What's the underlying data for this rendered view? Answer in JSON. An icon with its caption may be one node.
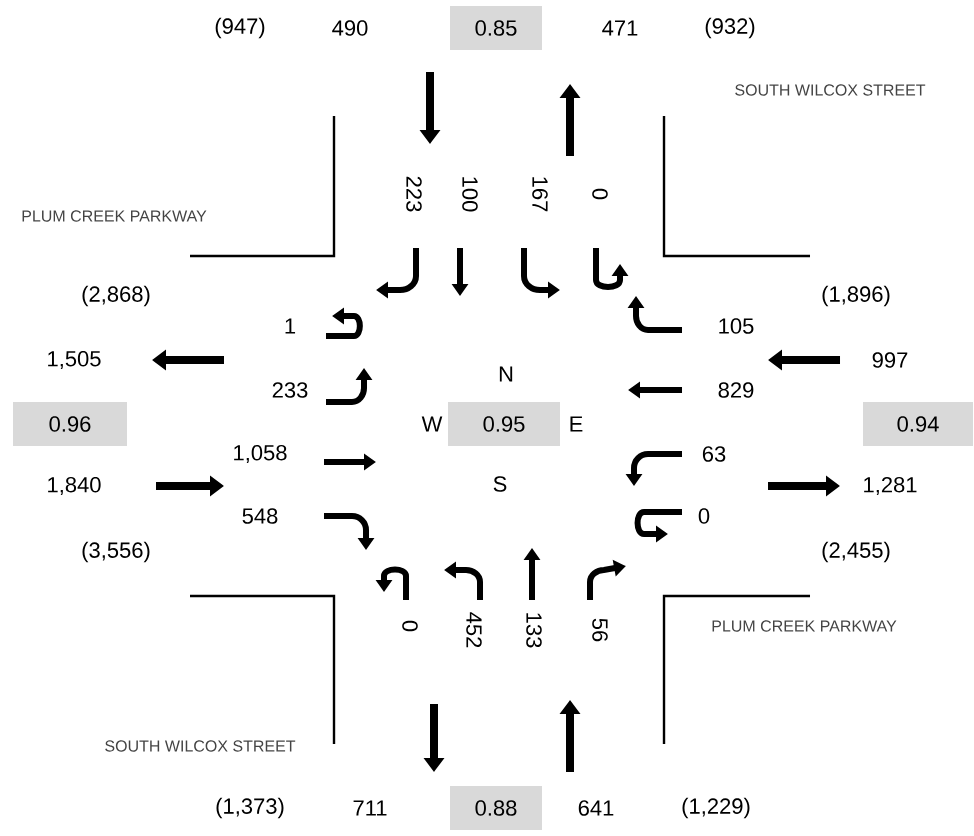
{
  "diagram": {
    "nodes": [
      {
        "text": [
          "0.85"
        ]
      },
      {
        "text": [
          "0.96"
        ]
      },
      {
        "text": [
          "0.95"
        ]
      },
      {
        "text": [
          "0.94"
        ]
      },
      {
        "text": [
          "0.88"
        ]
      }
    ],
    "labels": [
      "(947)",
      "490",
      "471",
      "(932)",
      "SOUTH WILCOX STREET",
      "PLUM CREEK PARKWAY",
      "223",
      "100",
      "167",
      "0",
      "(2,868)",
      "(1,896)",
      "1",
      "105",
      "1,505",
      "997",
      "233",
      "N",
      "829",
      "W",
      "E",
      "1,058",
      "63",
      "1,840",
      "S",
      "1,281",
      "548",
      "0",
      "(3,556)",
      "(2,455)",
      "0",
      "452",
      "133",
      "56",
      "PLUM CREEK PARKWAY",
      "SOUTH WILCOX STREET",
      "(1,373)",
      "711",
      "641",
      "(1,229)"
    ]
  }
}
